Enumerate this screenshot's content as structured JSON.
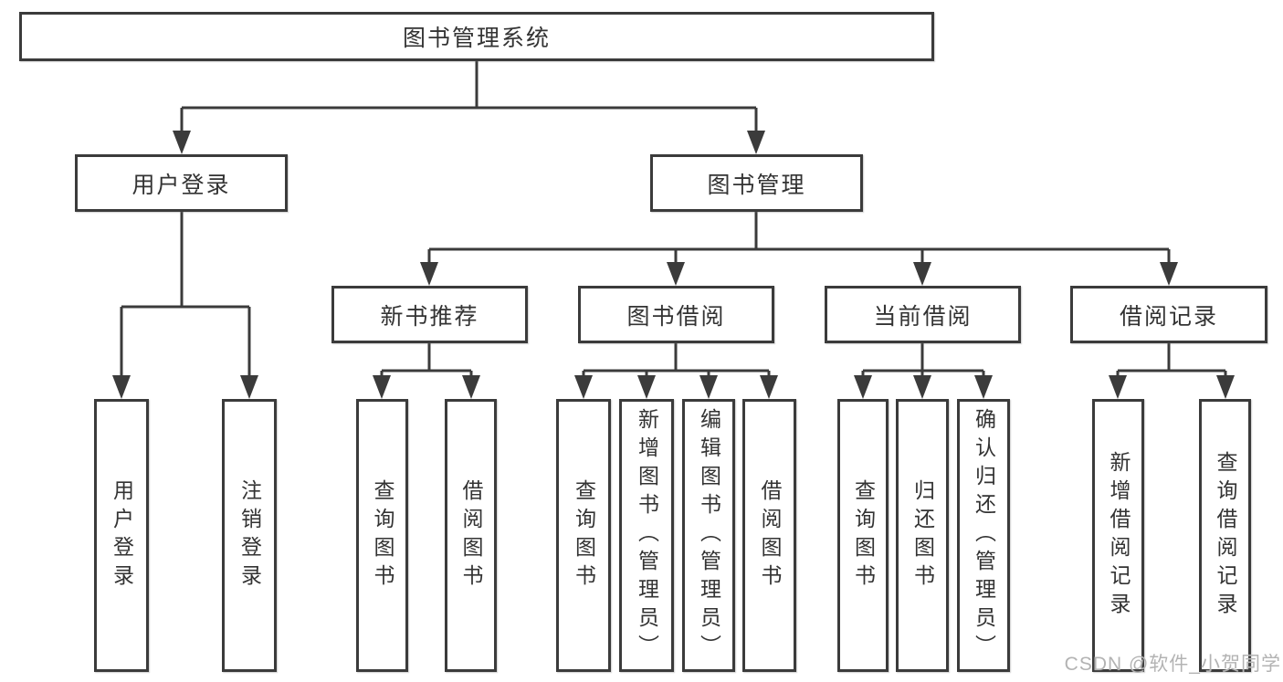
{
  "diagram": {
    "root": {
      "label": "图书管理系统"
    },
    "level1": [
      {
        "label": "用户登录"
      },
      {
        "label": "图书管理"
      }
    ],
    "level2": [
      {
        "label": "新书推荐",
        "parent": "图书管理"
      },
      {
        "label": "图书借阅",
        "parent": "图书管理"
      },
      {
        "label": "当前借阅",
        "parent": "图书管理"
      },
      {
        "label": "借阅记录",
        "parent": "图书管理"
      }
    ],
    "leaves": [
      {
        "label": "用户登录",
        "parent": "用户登录"
      },
      {
        "label": "注销登录",
        "parent": "用户登录"
      },
      {
        "label": "查询图书",
        "parent": "新书推荐"
      },
      {
        "label": "借阅图书",
        "parent": "新书推荐"
      },
      {
        "label": "查询图书",
        "parent": "图书借阅"
      },
      {
        "label": "新增图书（管理员）",
        "parent": "图书借阅"
      },
      {
        "label": "编辑图书（管理员）",
        "parent": "图书借阅"
      },
      {
        "label": "借阅图书",
        "parent": "图书借阅"
      },
      {
        "label": "查询图书",
        "parent": "当前借阅"
      },
      {
        "label": "归还图书",
        "parent": "当前借阅"
      },
      {
        "label": "确认归还（管理员）",
        "parent": "当前借阅"
      },
      {
        "label": "新增借阅记录",
        "parent": "借阅记录"
      },
      {
        "label": "查询借阅记录",
        "parent": "借阅记录"
      }
    ]
  },
  "watermark": "CSDN @软件_小贺同学",
  "colors": {
    "line": "#3b3b3b",
    "text": "#333333",
    "background": "#ffffff",
    "watermark": "#b3b3b3"
  }
}
